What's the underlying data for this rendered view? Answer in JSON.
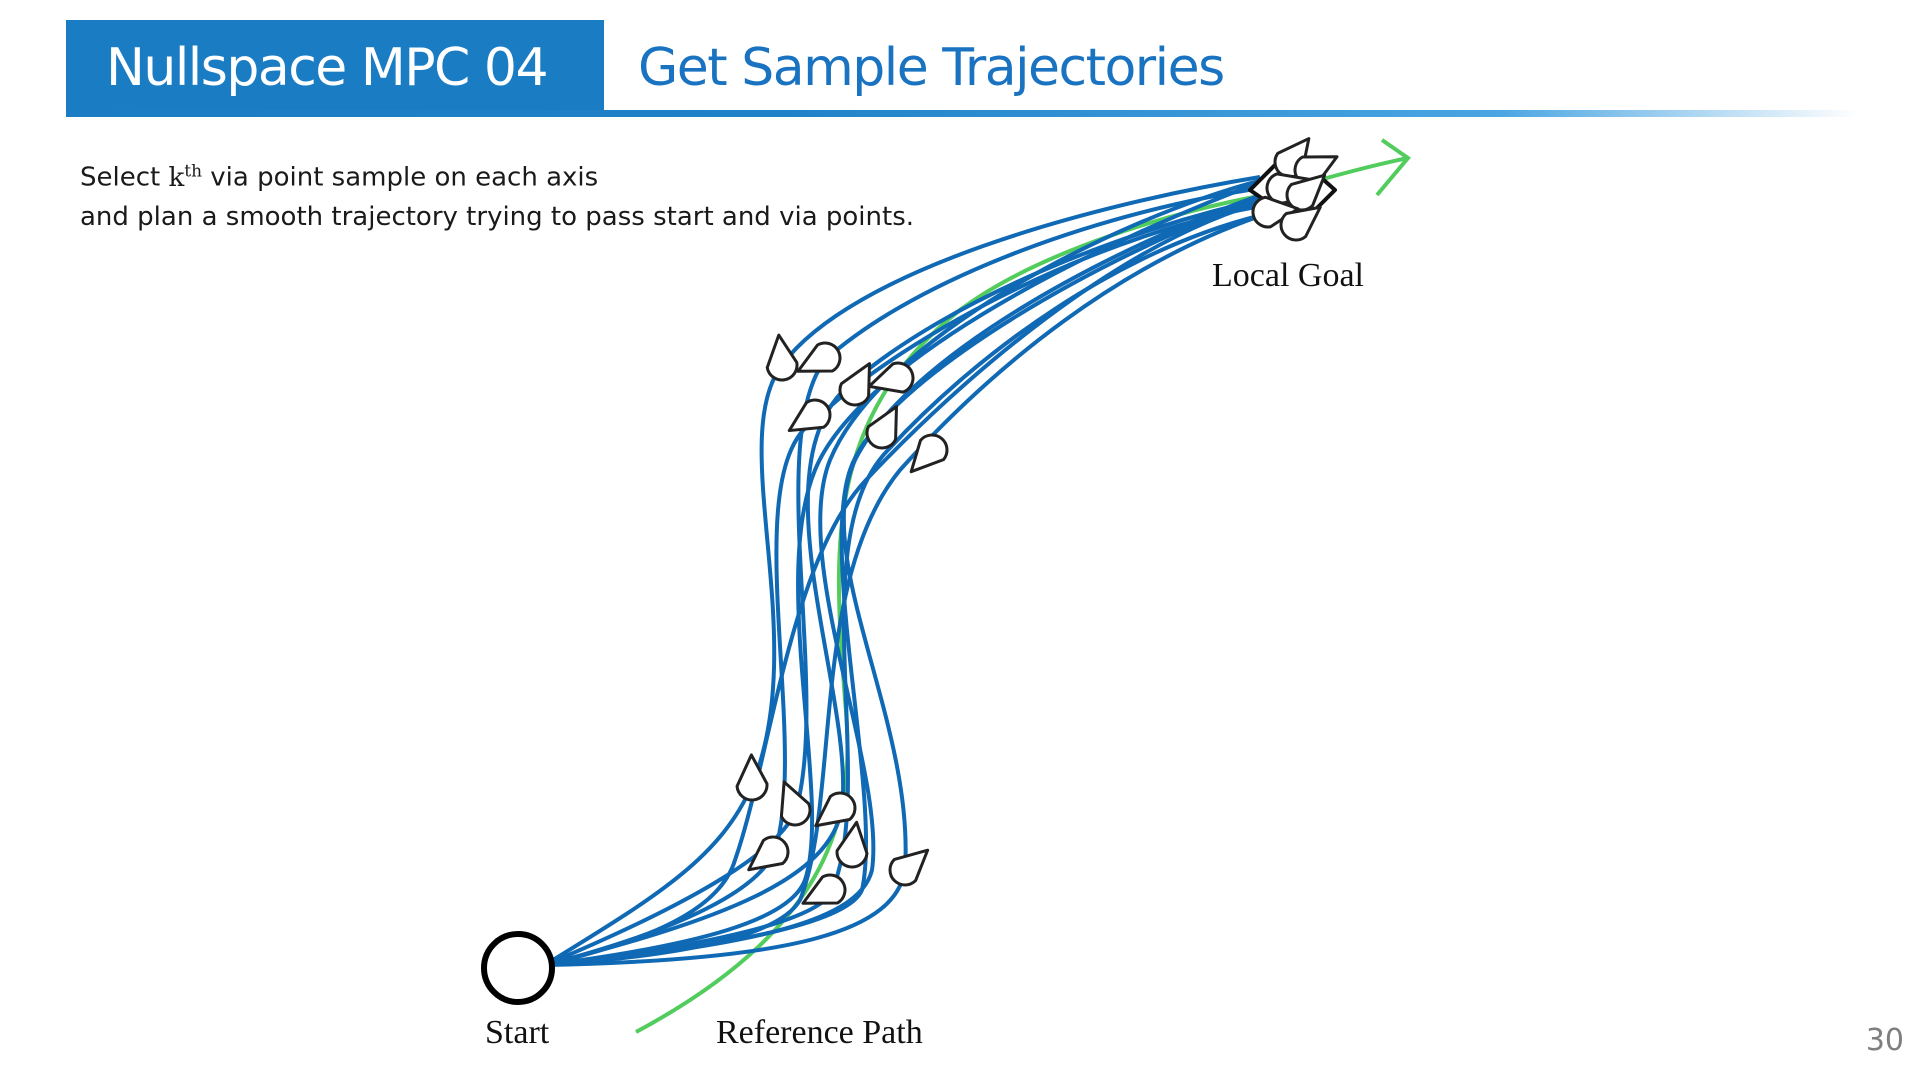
{
  "header": {
    "title": "Nullspace MPC 04",
    "subtitle": "Get Sample Trajectories"
  },
  "description": {
    "line1_prefix": "Select ",
    "k": "k",
    "th": "th",
    "line1_suffix": " via point sample on each axis",
    "line2": "and plan a smooth trajectory trying to pass start and via points."
  },
  "labels": {
    "local_goal": "Local Goal",
    "start": "Start",
    "reference_path": "Reference Path"
  },
  "page_number": "30",
  "colors": {
    "header_blue": "#1a7dc4",
    "trajectory_blue": "#0f69b4",
    "reference_green": "#52cc5c",
    "node_outline": "#222222"
  }
}
